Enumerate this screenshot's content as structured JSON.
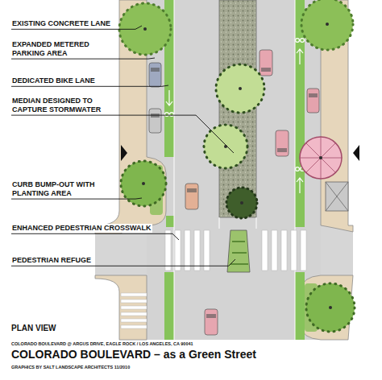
{
  "diagram": {
    "title": "COLORADO BOULEVARD – as a Green Street",
    "labels": [
      "EXISTING CONCRETE LANE",
      "EXPANDED METERED PARKING AREA",
      "DEDICATED BIKE LANE",
      "MEDIAN DESIGNED TO CAPTURE STORMWATER",
      "CURB BUMP-OUT WITH PLANTING AREA",
      "ENHANCED PEDESTRIAN CROSSWALK",
      "PEDESTRIAN REFUGE",
      "PLAN VIEW",
      "COLORADO BOULEVARD @ ARGUS DRIVE, EAGLE ROCK / LOS ANGELES, CA 90041",
      "GRAPHICS BY SALT LANDSCAPE ARCHITECTS 11/2010"
    ]
  }
}
